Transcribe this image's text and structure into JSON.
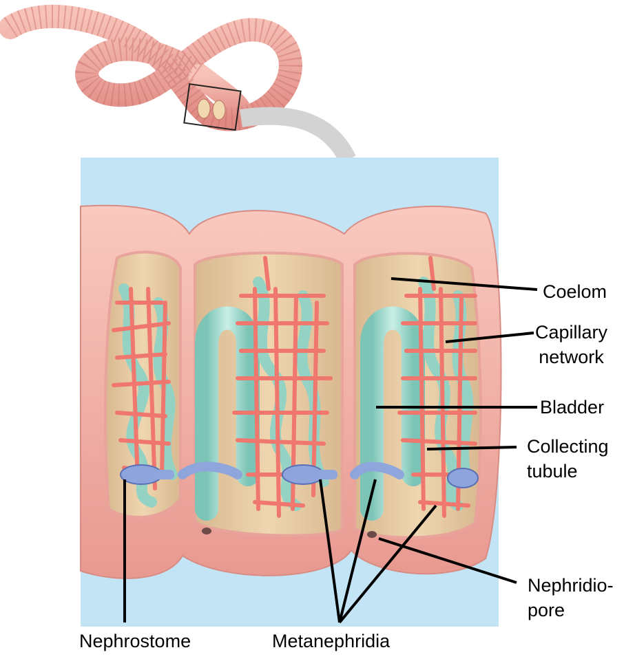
{
  "labels": {
    "coelom": "Coelom",
    "capillary_line1": "Capillary",
    "capillary_line2": "network",
    "bladder": "Bladder",
    "collecting_line1": "Collecting",
    "collecting_line2": "tubule",
    "nephridiopore_line1": "Nephridio-",
    "nephridiopore_line2": "pore",
    "nephrostome": "Nephrostome",
    "metanephridia": "Metanephridia"
  },
  "colors": {
    "background_panel": "#bfe3f5",
    "body_wall": "#f4b2a8",
    "body_wall_dark": "#e58e86",
    "coelom_fill": "#e7cba2",
    "capillary": "#f07b72",
    "tubule": "#9fd8cc",
    "nephrostome": "#8fa6dc",
    "arrow": "#cfcfcf"
  }
}
